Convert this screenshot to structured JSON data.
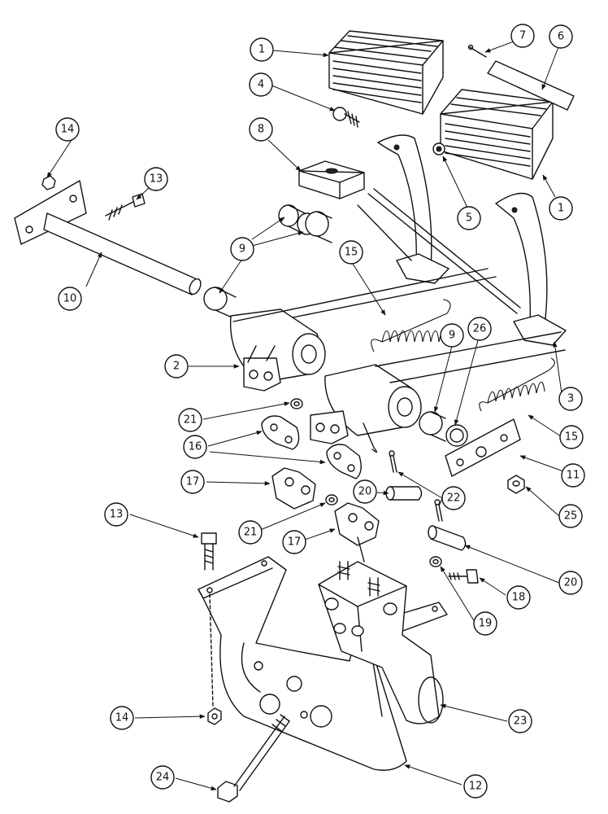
{
  "callouts": [
    "1",
    "2",
    "3",
    "4",
    "5",
    "6",
    "7",
    "8",
    "9",
    "10",
    "11",
    "12",
    "13",
    "14",
    "15",
    "16",
    "17",
    "18",
    "19",
    "20",
    "21",
    "22",
    "23",
    "24",
    "25",
    "26"
  ],
  "icons": {
    "arrowhead": "arrowhead-marker"
  }
}
